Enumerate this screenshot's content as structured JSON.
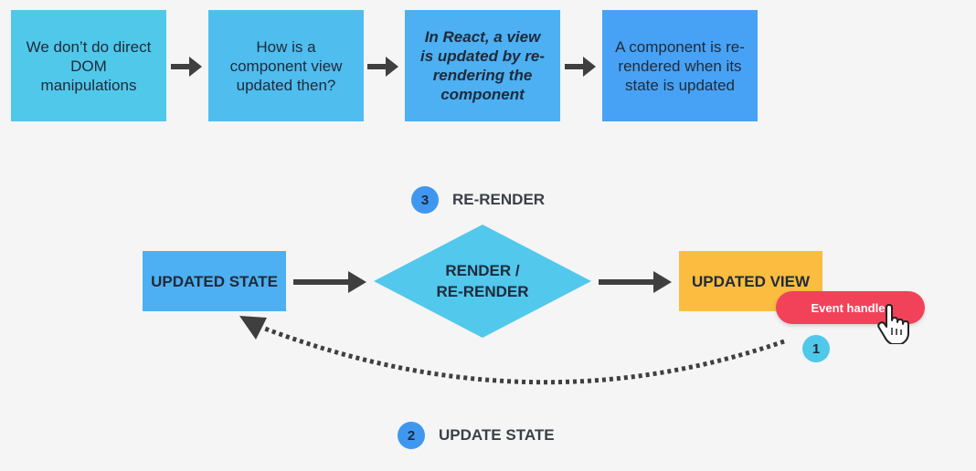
{
  "top_boxes": [
    {
      "text": "We don’t do direct DOM manipulations",
      "color": "#50c8ea"
    },
    {
      "text": "How is a component view updated then?",
      "color": "#4fbdee"
    },
    {
      "text": "In React, a view is updated by re-rendering the component",
      "color": "#4cb0f2"
    },
    {
      "text": "A component is re-rendered when its state is updated",
      "color": "#47a2f5"
    }
  ],
  "nodes": {
    "updated_state": "UPDATED STATE",
    "render": "RENDER / RE-RENDER",
    "updated_view": "UPDATED VIEW"
  },
  "steps": {
    "rerender": {
      "number": "3",
      "label": "RE-RENDER"
    },
    "update_state": {
      "number": "2",
      "label": "UPDATE STATE"
    },
    "event": {
      "number": "1"
    }
  },
  "event_handler": "Event handler",
  "colors": {
    "state_box": "#4db0f3",
    "render_diamond": "#52c8ec",
    "view_box": "#fbbc3f",
    "pill": "#f2425a",
    "arrow": "#3f3f3f",
    "badge_blue": "#3f97f0",
    "badge_light": "#50c8ea"
  }
}
